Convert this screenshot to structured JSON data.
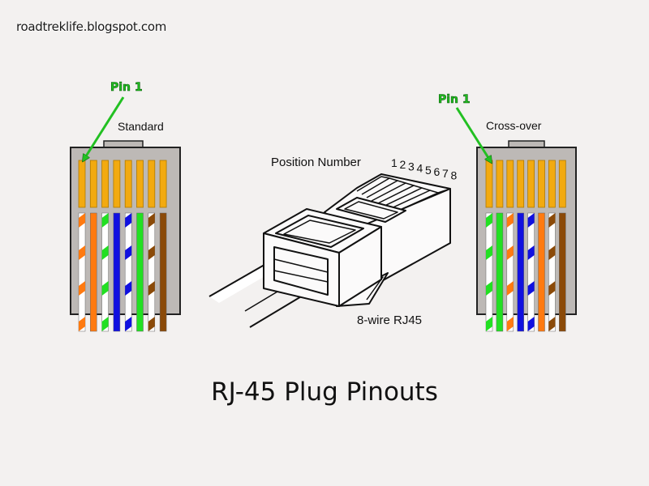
{
  "watermark": "roadtreklife.blogspot.com",
  "title": "RJ-45 Plug Pinouts",
  "center_diagram": {
    "position_label": "Position Number",
    "position_digits": [
      "1",
      "2",
      "3",
      "4",
      "5",
      "6",
      "7",
      "8"
    ],
    "plug_label": "8-wire RJ45"
  },
  "plugs": [
    {
      "id": "standard",
      "label": "Standard",
      "pin1_label": "Pin 1",
      "wires": [
        {
          "pin": 1,
          "color": "white-orange",
          "base": "#ff7a10",
          "striped": true
        },
        {
          "pin": 2,
          "color": "orange",
          "base": "#ff7a10",
          "striped": false
        },
        {
          "pin": 3,
          "color": "white-green",
          "base": "#22e022",
          "striped": true
        },
        {
          "pin": 4,
          "color": "blue",
          "base": "#1010e0",
          "striped": false
        },
        {
          "pin": 5,
          "color": "white-blue",
          "base": "#1010e0",
          "striped": true
        },
        {
          "pin": 6,
          "color": "green",
          "base": "#22e022",
          "striped": false
        },
        {
          "pin": 7,
          "color": "white-brown",
          "base": "#8b4a08",
          "striped": true
        },
        {
          "pin": 8,
          "color": "brown",
          "base": "#8b4a08",
          "striped": false
        }
      ]
    },
    {
      "id": "crossover",
      "label": "Cross-over",
      "pin1_label": "Pin 1",
      "wires": [
        {
          "pin": 1,
          "color": "white-green",
          "base": "#22e022",
          "striped": true
        },
        {
          "pin": 2,
          "color": "green",
          "base": "#22e022",
          "striped": false
        },
        {
          "pin": 3,
          "color": "white-orange",
          "base": "#ff7a10",
          "striped": true
        },
        {
          "pin": 4,
          "color": "blue",
          "base": "#1010e0",
          "striped": false
        },
        {
          "pin": 5,
          "color": "white-blue",
          "base": "#1010e0",
          "striped": true
        },
        {
          "pin": 6,
          "color": "orange",
          "base": "#ff7a10",
          "striped": false
        },
        {
          "pin": 7,
          "color": "white-brown",
          "base": "#8b4a08",
          "striped": true
        },
        {
          "pin": 8,
          "color": "brown",
          "base": "#8b4a08",
          "striped": false
        }
      ]
    }
  ],
  "colors": {
    "plug_body": "#bdb9b6",
    "pin_contact": "#f2aa10",
    "pin1_arrow": "#22c022"
  }
}
